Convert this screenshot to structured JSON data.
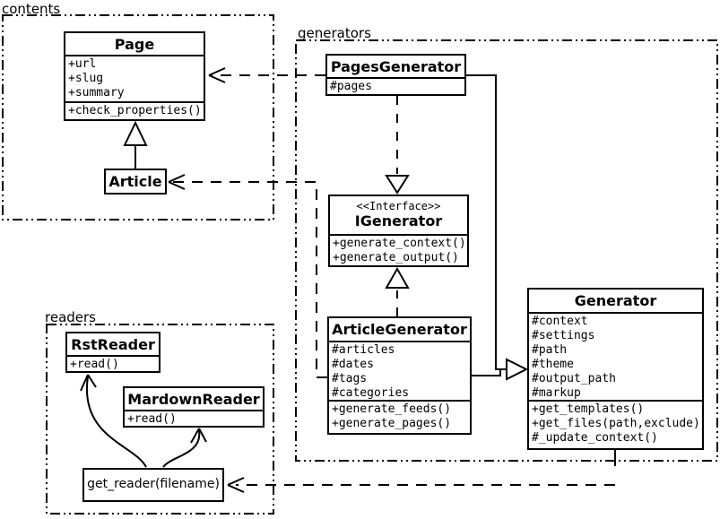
{
  "diagram": {
    "packages": {
      "contents": {
        "label": "contents"
      },
      "generators": {
        "label": "generators"
      },
      "readers": {
        "label": "readers"
      }
    },
    "classes": {
      "page": {
        "name": "Page",
        "attributes": [
          "+url",
          "+slug",
          "+summary"
        ],
        "methods": [
          "+check_properties()"
        ]
      },
      "article": {
        "name": "Article"
      },
      "pages_generator": {
        "name": "PagesGenerator",
        "attributes": [
          "#pages"
        ]
      },
      "igenerator": {
        "stereotype": "<<Interface>>",
        "name": "IGenerator",
        "methods": [
          "+generate_context()",
          "+generate_output()"
        ]
      },
      "article_generator": {
        "name": "ArticleGenerator",
        "attributes": [
          "#articles",
          "#dates",
          "#tags",
          "#categories"
        ],
        "methods": [
          "+generate_feeds()",
          "+generate_pages()"
        ]
      },
      "generator": {
        "name": "Generator",
        "attributes": [
          "#context",
          "#settings",
          "#path",
          "#theme",
          "#output_path",
          "#markup"
        ],
        "methods": [
          "+get_templates()",
          "+get_files(path,exclude)",
          "#_update_context()"
        ]
      },
      "rst_reader": {
        "name": "RstReader",
        "methods": [
          "+read()"
        ]
      },
      "mardown_reader": {
        "name": "MardownReader",
        "methods": [
          "+read()"
        ]
      },
      "get_reader": {
        "label": "get_reader(filename)"
      }
    },
    "colors": {
      "line": "#000000",
      "background": "#ffffff"
    }
  }
}
